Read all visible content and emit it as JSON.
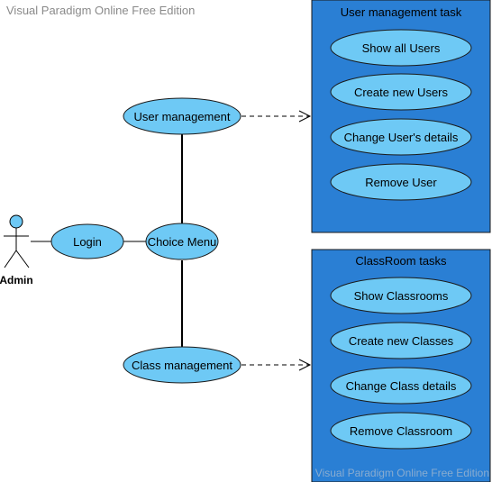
{
  "watermark_top": "Visual Paradigm Online Free Edition",
  "watermark_bottom": "Visual Paradigm Online Free Edition",
  "actor": {
    "label": "Admin"
  },
  "use_cases": {
    "login": "Login",
    "choice_menu": "Choice Menu",
    "user_management": "User management",
    "class_management": "Class management"
  },
  "user_task_box": {
    "title": "User management task",
    "items": [
      "Show all Users",
      "Create new Users",
      "Change User's details",
      "Remove User"
    ]
  },
  "class_task_box": {
    "title": "ClassRoom tasks",
    "items": [
      "Show Classrooms",
      "Create new Classes",
      "Change Class details",
      "Remove Classroom"
    ]
  },
  "colors": {
    "usecase_fill": "#6ec9f5",
    "usecase_stroke": "#1a1a1a",
    "box_fill": "#2a7fd4",
    "box_stroke": "#1a1a1a",
    "line": "#000000"
  }
}
